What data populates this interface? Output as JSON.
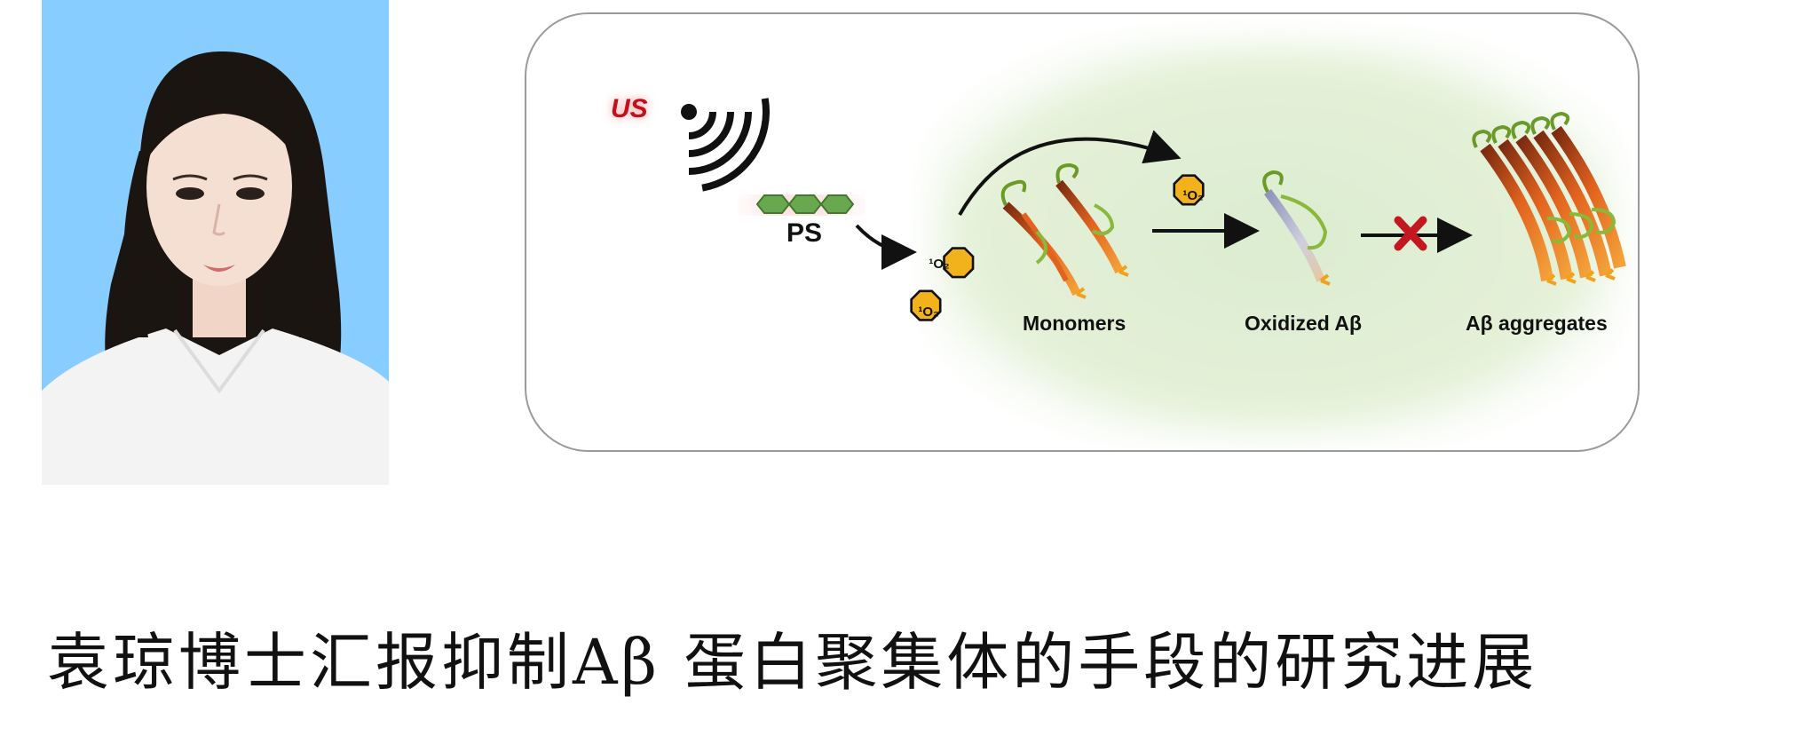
{
  "portrait": {
    "icon": "person-photo",
    "background_color": "#87CDFF"
  },
  "scheme": {
    "trigger_label": "US",
    "photosensitizer_label": "PS",
    "singlet_oxygen": {
      "superscript": "1",
      "symbol": "O",
      "subscript": "2"
    },
    "stages": [
      {
        "label": "Monomers"
      },
      {
        "label": "Oxidized Aβ"
      },
      {
        "label": "Aβ aggregates"
      }
    ],
    "colors": {
      "highlight_bg": "#e4f1d8",
      "oxygen_fill": "#f2b21b",
      "ps_green": "#6aa84f",
      "block_red": "#c41820"
    },
    "icons": [
      "ultrasound-wave-icon",
      "photosensitizer-icon",
      "singlet-oxygen-icon",
      "peptide-strand-icon",
      "blocked-cross-icon"
    ]
  },
  "title": "袁琼博士汇报抑制Aβ 蛋白聚集体的手段的研究进展"
}
